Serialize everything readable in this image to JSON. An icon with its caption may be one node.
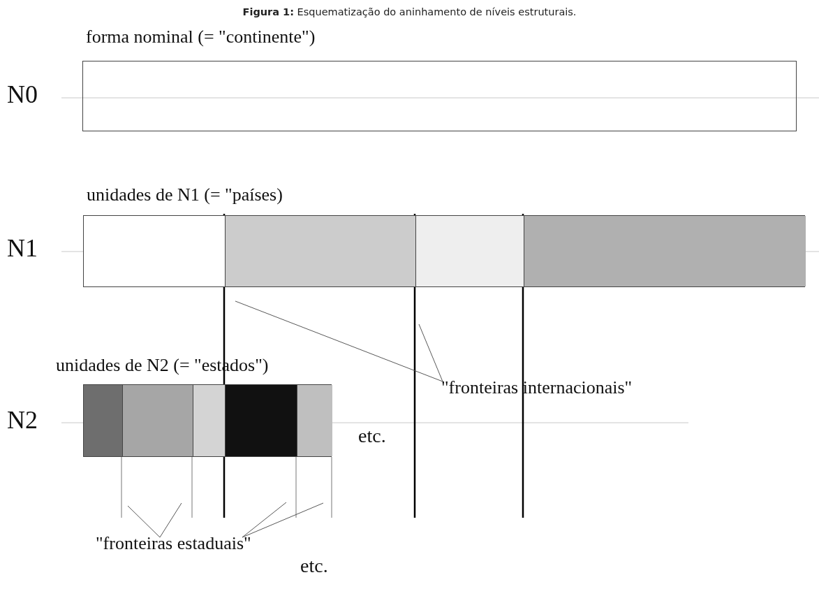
{
  "diagram": {
    "title": "**Figura 1:** Esquematização do aninhamento de níveis estruturais.",
    "nodes": [
      {
        "text": [
          "forma nominal (= \"continente\")"
        ]
      },
      {
        "text": [
          "unidades de N1 (= \"países)"
        ]
      },
      {
        "text": [],
        "shape": "box",
        "in": 1
      },
      {
        "text": [],
        "shape": "box",
        "in": 1
      },
      {
        "text": [],
        "shape": "box",
        "in": 1
      },
      {
        "text": [],
        "shape": "box",
        "in": 1
      },
      {
        "text": [
          "unidades de N2 (= \"estados\")"
        ]
      },
      {
        "text": [],
        "shape": "box",
        "in": 6
      },
      {
        "text": [],
        "shape": "box",
        "in": 6
      },
      {
        "text": [],
        "shape": "box",
        "in": 6
      },
      {
        "text": [],
        "shape": "box",
        "in": 6
      },
      {
        "text": [],
        "shape": "box",
        "in": 6
      },
      {
        "text": [
          "\"fronteiras internacionais\""
        ]
      },
      {
        "text": [
          "\"fronteiras estaduais\""
        ]
      }
    ],
    "edges": [
      {
        "from": 12,
        "to": null,
        "arrow": "none"
      },
      {
        "from": 12,
        "to": null,
        "arrow": "none"
      },
      {
        "from": 13,
        "to": null,
        "arrow": "none"
      },
      {
        "from": 13,
        "to": null,
        "arrow": "none"
      },
      {
        "from": 13,
        "to": null,
        "arrow": "none"
      },
      {
        "from": 13,
        "to": null,
        "arrow": "none"
      }
    ],
    "labels": [
      "N0",
      "N1",
      "N2",
      "etc.",
      "etc."
    ]
  }
}
